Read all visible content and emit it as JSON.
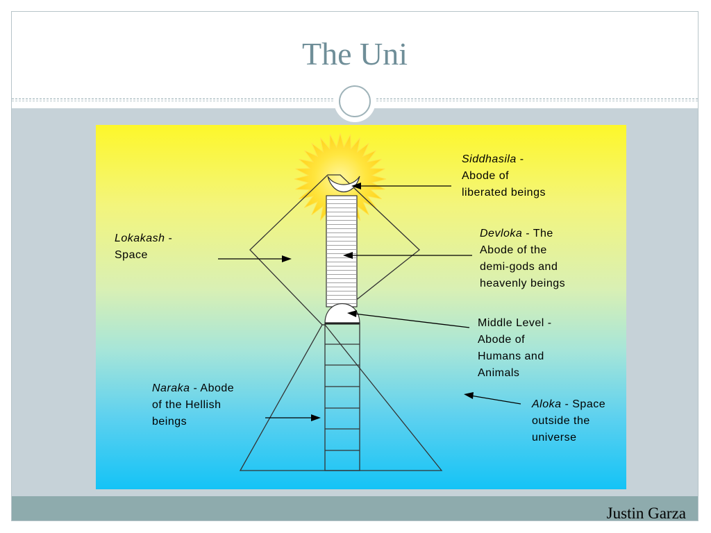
{
  "slide": {
    "title": "The Uni",
    "author": "Justin Garza"
  },
  "diagram": {
    "labels": {
      "siddhasila": {
        "name": "Siddhasila",
        "sep": " -",
        "lines": [
          "Abode of",
          "liberated beings"
        ]
      },
      "devloka": {
        "name": "Devloka",
        "first_rest": " - The",
        "lines": [
          "Abode of the",
          "demi-gods and",
          "heavenly beings"
        ]
      },
      "lokakash": {
        "name": "Lokakash",
        "sep": " -",
        "lines": [
          "Space"
        ]
      },
      "middle": {
        "lines": [
          "Middle Level -",
          "Abode of",
          "Humans and",
          "Animals"
        ]
      },
      "naraka": {
        "name": "Naraka",
        "first_rest": " - Abode",
        "lines": [
          "of the Hellish",
          "beings"
        ]
      },
      "aloka": {
        "name": "Aloka",
        "first_rest": " - Space",
        "lines": [
          "outside the",
          "universe"
        ]
      }
    }
  }
}
